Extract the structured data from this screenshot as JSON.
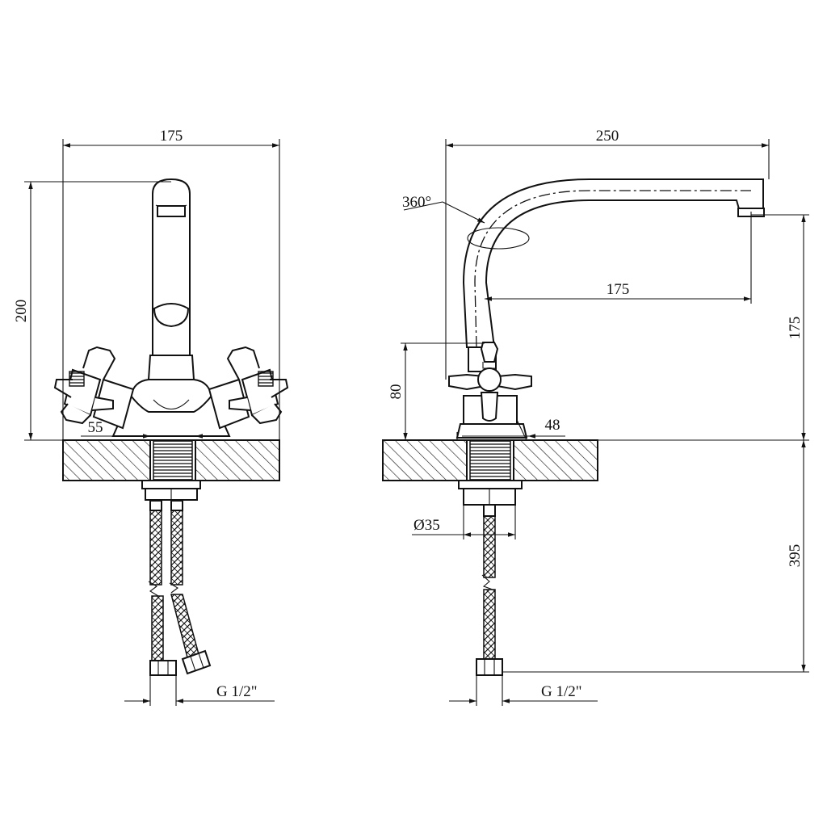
{
  "colors": {
    "ink": "#111111",
    "paper": "#ffffff"
  },
  "front_view": {
    "dim_width": "175",
    "dim_height": "200",
    "dim_hole": "55",
    "dim_connector": "G 1/2\""
  },
  "side_view": {
    "dim_reach_total": "250",
    "dim_rotation": "360°",
    "dim_reach_spout": "175",
    "dim_spout_height": "175",
    "dim_handle_height": "80",
    "dim_base": "48",
    "dim_shank": "Ø35",
    "dim_hose_length": "395",
    "dim_connector": "G 1/2\""
  }
}
